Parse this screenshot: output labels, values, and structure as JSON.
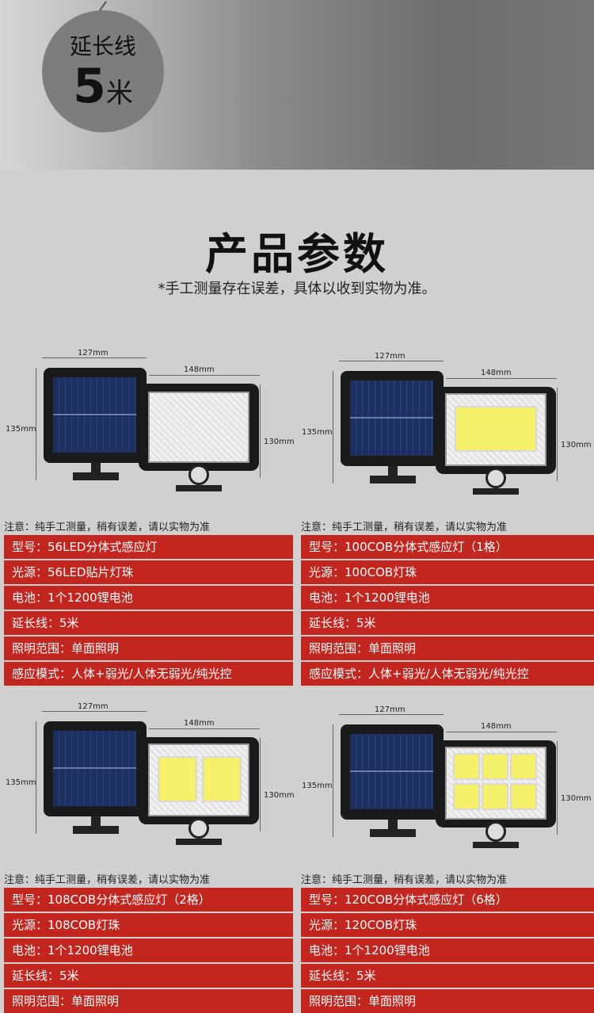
{
  "banner": {
    "line1": "延长线",
    "number": "5",
    "unit": "米"
  },
  "heading": {
    "title": "产品参数",
    "subtitle": "*手工测量存在误差，具体以收到实物为准。"
  },
  "dimensions": {
    "w_solar": "127mm",
    "w_lamp": "148mm",
    "h_solar": "135mm",
    "h_lamp": "130mm"
  },
  "note": "注意：纯手工测量，稍有误差，请以实物为准",
  "products": [
    {
      "specs": [
        "型号：56LED分体式感应灯",
        "光源：56LED贴片灯珠",
        "电池：1个1200锂电池",
        "延长线：5米",
        "照明范围：单面照明",
        "感应模式：人体+弱光/人体无弱光/纯光控"
      ]
    },
    {
      "specs": [
        "型号：100COB分体式感应灯（1格）",
        "光源：100COB灯珠",
        "电池：1个1200锂电池",
        "延长线：5米",
        "照明范围：单面照明",
        "感应模式：人体+弱光/人体无弱光/纯光控"
      ]
    },
    {
      "specs": [
        "型号：108COB分体式感应灯（2格）",
        "光源：108COB灯珠",
        "电池：1个1200锂电池",
        "延长线：5米",
        "照明范围：单面照明"
      ]
    },
    {
      "specs": [
        "型号：120COB分体式感应灯（6格）",
        "光源：120COB灯珠",
        "电池：1个1200锂电池",
        "延长线：5米",
        "照明范围：单面照明"
      ]
    }
  ]
}
